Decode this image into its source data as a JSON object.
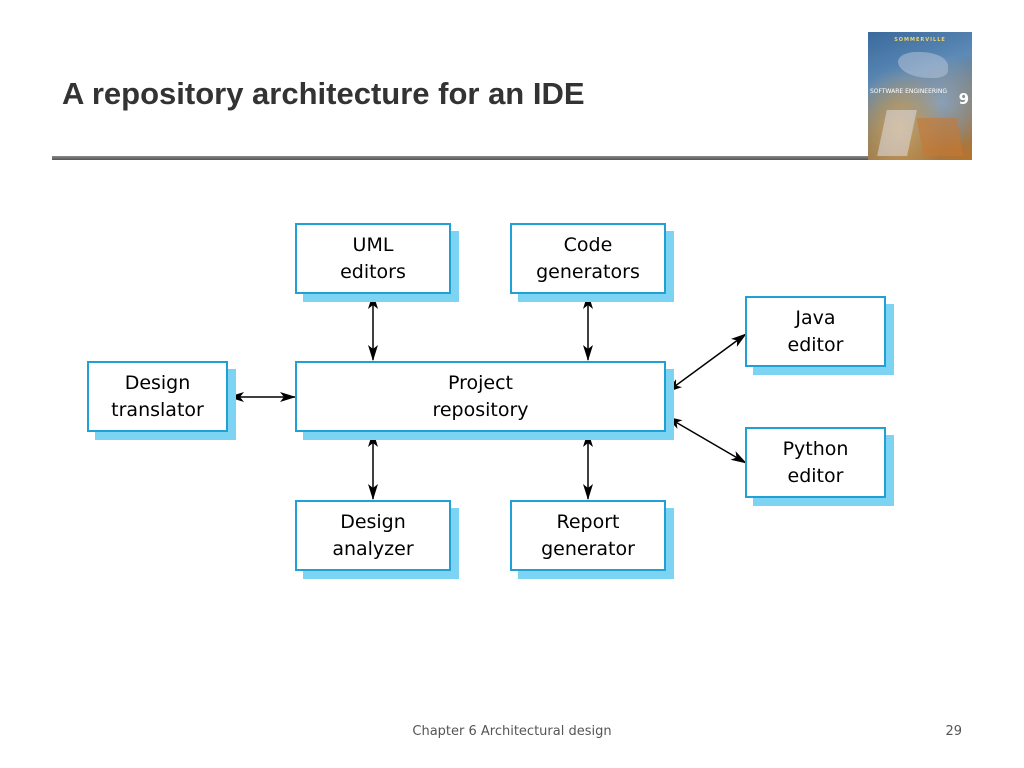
{
  "slide": {
    "title": "A repository architecture for an IDE",
    "footer_text": "Chapter 6 Architectural design",
    "page_number": "29"
  },
  "book_cover": {
    "author": "SOMMERVILLE",
    "title": "SOFTWARE ENGINEERING",
    "edition": "9"
  },
  "diagram": {
    "nodes": [
      {
        "id": "uml-editors",
        "label": "UML\neditors"
      },
      {
        "id": "code-generators",
        "label": "Code\ngenerators"
      },
      {
        "id": "java-editor",
        "label": "Java\neditor"
      },
      {
        "id": "design-translator",
        "label": "Design\ntranslator"
      },
      {
        "id": "project-repository",
        "label": "Project\nrepository"
      },
      {
        "id": "python-editor",
        "label": "Python\neditor"
      },
      {
        "id": "design-analyzer",
        "label": "Design\nanalyzer"
      },
      {
        "id": "report-generator",
        "label": "Report\ngenerator"
      }
    ],
    "edges": [
      {
        "from": "uml-editors",
        "to": "project-repository",
        "bidirectional": true
      },
      {
        "from": "code-generators",
        "to": "project-repository",
        "bidirectional": true
      },
      {
        "from": "java-editor",
        "to": "project-repository",
        "bidirectional": true
      },
      {
        "from": "design-translator",
        "to": "project-repository",
        "bidirectional": true
      },
      {
        "from": "python-editor",
        "to": "project-repository",
        "bidirectional": true
      },
      {
        "from": "design-analyzer",
        "to": "project-repository",
        "bidirectional": true
      },
      {
        "from": "report-generator",
        "to": "project-repository",
        "bidirectional": true
      }
    ],
    "colors": {
      "box_border": "#20a0d4",
      "box_shadow": "#7dd3f2",
      "arrow": "#000000"
    }
  }
}
